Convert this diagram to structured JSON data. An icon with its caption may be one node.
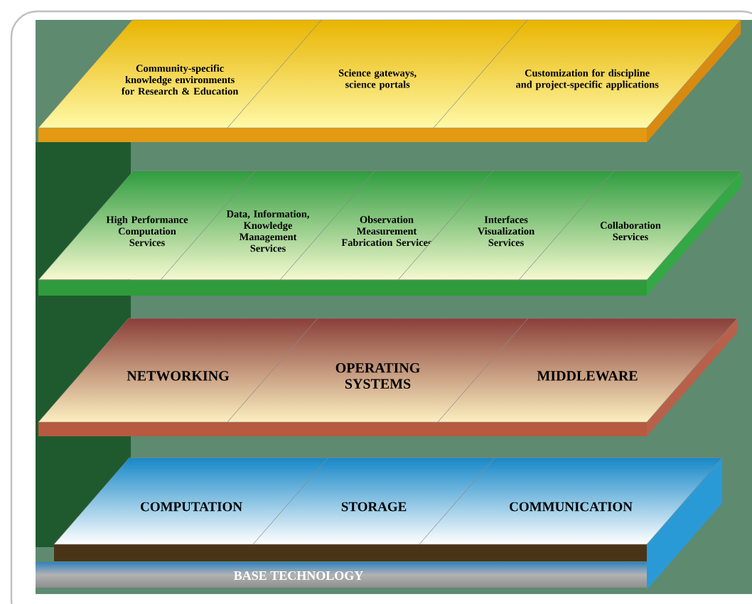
{
  "diagram": {
    "nodes": [
      {
        "text": [
          "Community-specific knowledge environments for Research & Education"
        ]
      },
      {
        "text": [
          "Science gateways, science portals"
        ]
      },
      {
        "text": [
          "Customization for discipline and project-specific applications"
        ]
      },
      {
        "text": [
          "High Performance Computation Services"
        ]
      },
      {
        "text": [
          "Data, Information, Knowledge Management Services"
        ]
      },
      {
        "text": [
          "Observation Measurement Fabrication Services"
        ]
      },
      {
        "text": [
          "Interfaces Visualization Services"
        ]
      },
      {
        "text": [
          "Collaboration Services"
        ]
      },
      {
        "text": [
          "NETWORKING"
        ]
      },
      {
        "text": [
          "OPERATING SYSTEMS"
        ]
      },
      {
        "text": [
          "MIDDLEWARE"
        ]
      },
      {
        "text": [
          "COMPUTATION"
        ]
      },
      {
        "text": [
          "STORAGE"
        ]
      },
      {
        "text": [
          "COMMUNICATION"
        ]
      },
      {
        "text": [
          "BASE TECHNOLOGY"
        ]
      }
    ]
  }
}
